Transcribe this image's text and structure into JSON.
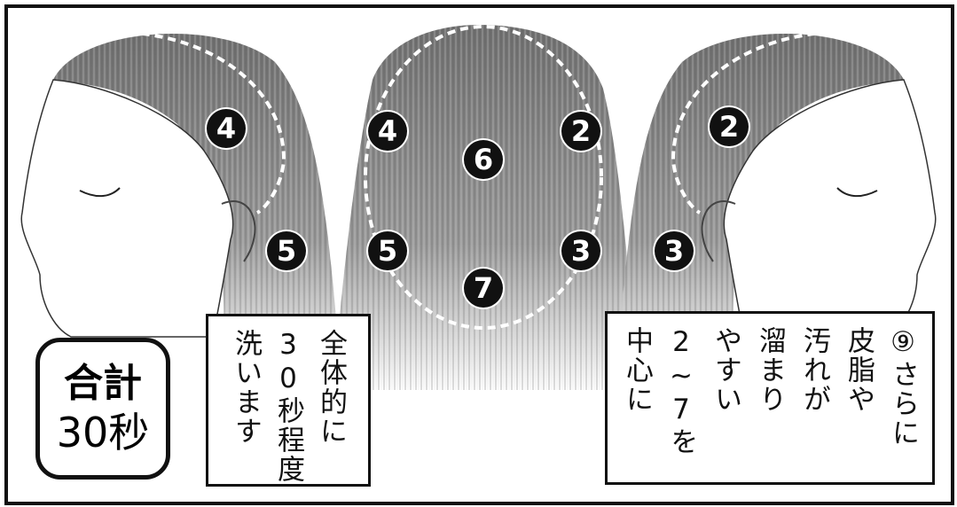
{
  "badge": {
    "line1": "合計",
    "line2": "30秒"
  },
  "left_caption": {
    "columns": [
      "全体的に",
      "30秒程度",
      "洗います"
    ]
  },
  "right_caption": {
    "columns": [
      "⑨さらに",
      "皮脂や",
      "汚れが",
      "溜まり",
      "やすい",
      "2~7を",
      "中心に"
    ]
  },
  "markers": {
    "left_profile": [
      "4",
      "5"
    ],
    "back_view": [
      "4",
      "6",
      "2",
      "5",
      "3",
      "7"
    ],
    "right_profile": [
      "2",
      "3"
    ]
  },
  "colors": {
    "ink": "#111111",
    "hair": "#8a8a8a",
    "dash": "#ffffff"
  }
}
